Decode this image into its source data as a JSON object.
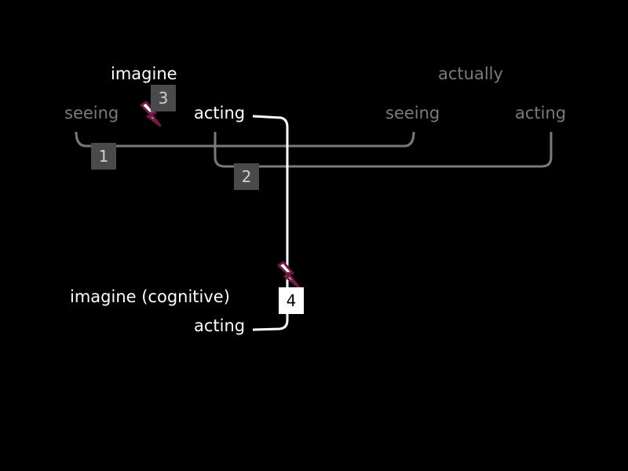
{
  "labels": {
    "imagine": "imagine",
    "actually": "actually",
    "seeing_left": "seeing",
    "acting_top": "acting",
    "seeing_right": "seeing",
    "acting_right": "acting",
    "imagine_cognitive": "imagine (cognitive)",
    "acting_bottom": "acting"
  },
  "boxes": {
    "b1": "1",
    "b2": "2",
    "b3": "3",
    "b4": "4"
  },
  "colors": {
    "background": "#000000",
    "active_text": "#ffffff",
    "inactive_text": "#7a7a7a",
    "bracket_grey": "#7a7a7a",
    "bolt_accent": "#6e1a45"
  },
  "icons": [
    "lightning-bolt-icon"
  ]
}
